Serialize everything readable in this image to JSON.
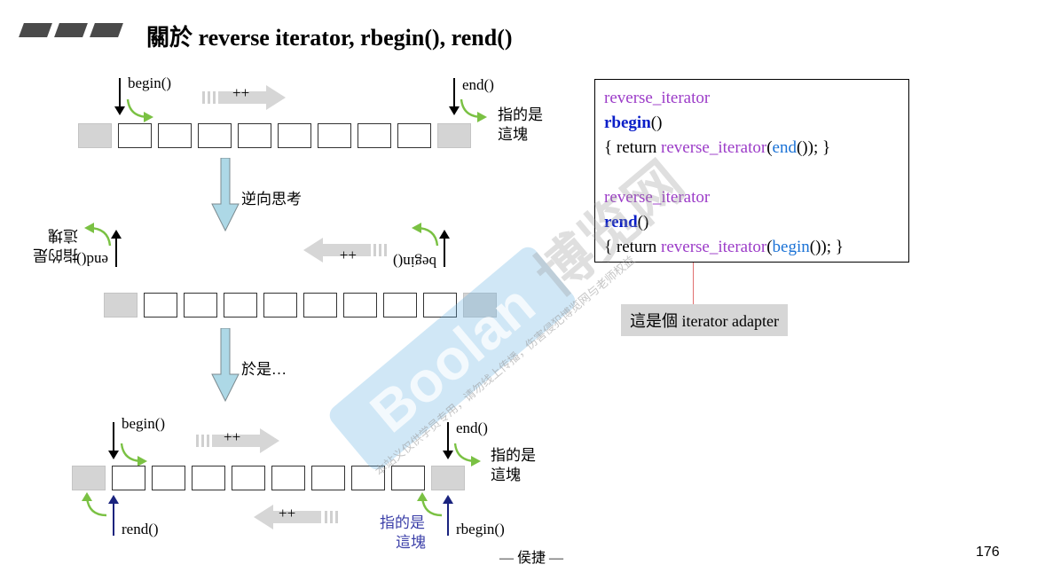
{
  "title": "關於 reverse iterator, rbegin(), rend()",
  "labels": {
    "begin": "begin()",
    "end": "end()",
    "plusplus": "++",
    "points_here_l1": "指的是",
    "points_here_l2": "這塊",
    "reverse_thinking": "逆向思考",
    "so": "於是…",
    "rend": "rend()",
    "rbegin": "rbegin()"
  },
  "code": {
    "block1": {
      "ret_type": "reverse_iterator",
      "func": "rbegin",
      "parens": "()",
      "body_open": "{ return ",
      "ctor": "reverse_iterator",
      "lp": "(",
      "arg": "end",
      "body_close": "()); }"
    },
    "block2": {
      "ret_type": "reverse_iterator",
      "func": "rend",
      "parens": "()",
      "body_open": "{ return ",
      "ctor": "reverse_iterator",
      "lp": "(",
      "arg": "begin",
      "body_close": "()); }"
    }
  },
  "adapter_note": "這是個 iterator adapter",
  "footer": "— 侯捷 —",
  "page_number": "176",
  "watermark": {
    "brand": "Boolan",
    "cn": "博览网",
    "note": "本站义仅供学员专用，请勿线上传播，伤害侵犯博览网与老师权益"
  },
  "colors": {
    "gray_cell": "#d4d4d4",
    "arrow_fill": "#add8e6",
    "green_arrow": "#7ac143",
    "purple": "#9c3cc8",
    "blue": "#0a1ec8"
  }
}
